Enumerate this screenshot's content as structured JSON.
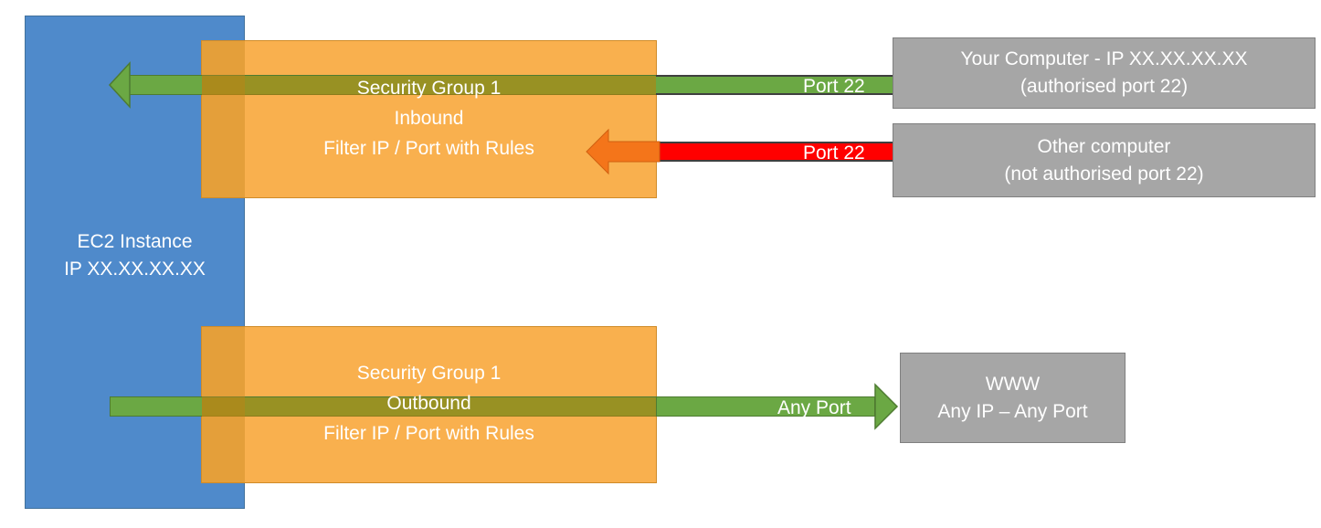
{
  "diagram": {
    "title": "AWS EC2 Security Group inbound and outbound traffic filtering",
    "colors": {
      "ec2_blue": "#4F8ACB",
      "security_group_orange": "#F9B04E",
      "allowed_green": "#6BA844",
      "blocked_red": "#FF0000",
      "blocked_arrow_orange": "#F4751A",
      "endpoint_grey": "#A6A6A6",
      "text_white": "#FFFFFF"
    }
  },
  "ec2": {
    "label": "EC2 Instance\nIP XX.XX.XX.XX"
  },
  "security_groups": {
    "inbound": {
      "name": "Security Group 1",
      "direction": "Inbound",
      "rule": "Filter IP / Port with Rules",
      "label": "Security Group 1\nInbound\nFilter IP / Port with Rules"
    },
    "outbound": {
      "name": "Security Group 1",
      "direction": "Outbound",
      "rule": "Filter IP / Port with Rules",
      "label": "Security Group 1\nOutbound\nFilter IP / Port with Rules"
    }
  },
  "connections": [
    {
      "id": "allowed-inbound",
      "port_label": "Port 22",
      "status": "allowed",
      "color": "#6BA844",
      "direction": "right-to-left"
    },
    {
      "id": "blocked-inbound",
      "port_label": "Port 22",
      "status": "blocked",
      "color": "#FF0000",
      "direction": "right-to-left"
    },
    {
      "id": "allowed-outbound",
      "port_label": "Any Port",
      "status": "allowed",
      "color": "#6BA844",
      "direction": "left-to-right"
    }
  ],
  "endpoints": {
    "your_computer": {
      "label": "Your Computer - IP XX.XX.XX.XX\n(authorised port 22)"
    },
    "other_computer": {
      "label": "Other computer\n(not authorised port 22)"
    },
    "www": {
      "label": "WWW\nAny IP – Any Port"
    }
  }
}
